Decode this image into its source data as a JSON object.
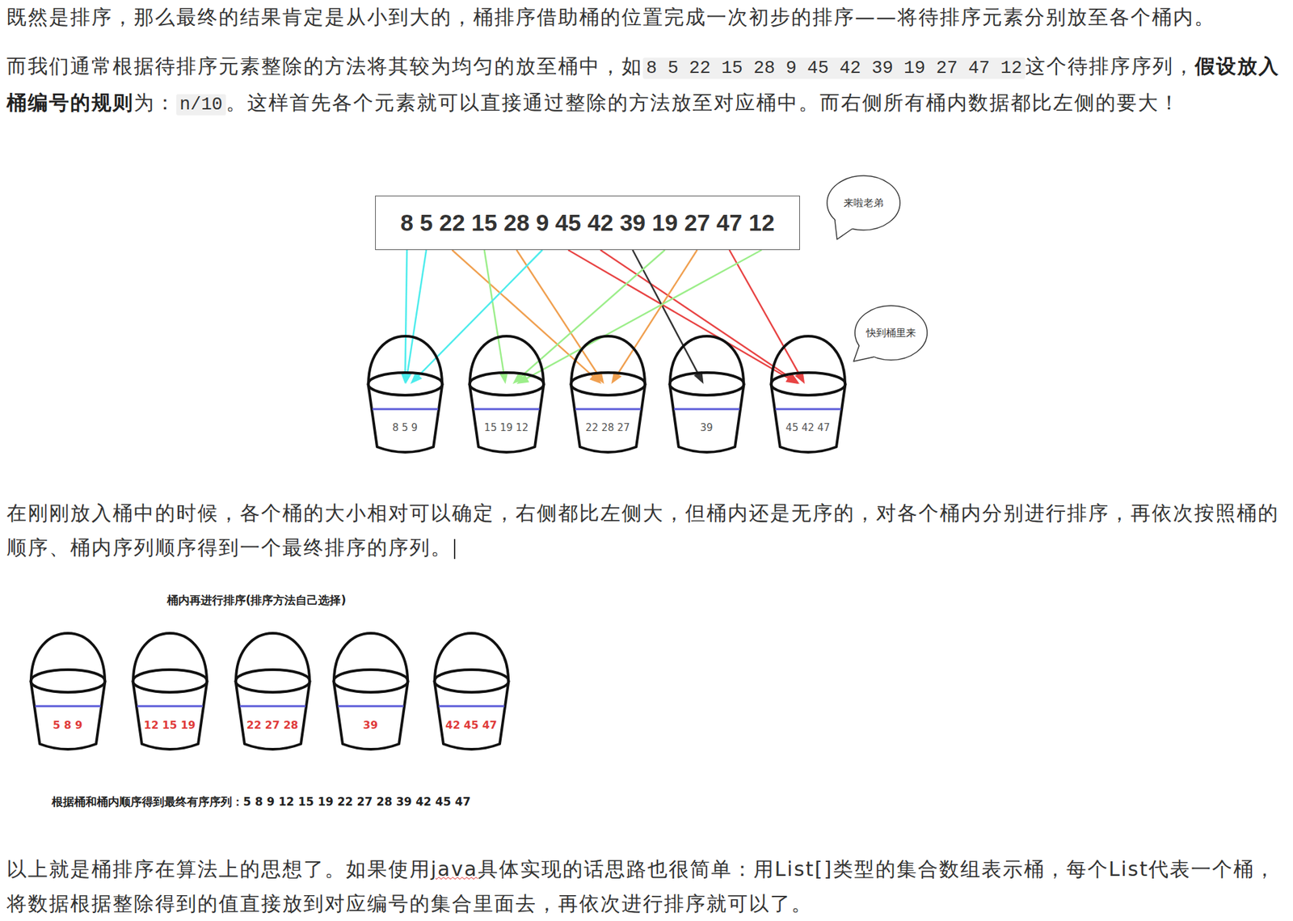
{
  "diagram": {
    "nodes": [
      {
        "text": [
          "8 5 22 15 28 9 45 42 39 19 27 47 12"
        ]
      },
      {
        "text": [
          "来啦老弟"
        ]
      },
      {
        "text": [
          "快到桶里来"
        ]
      },
      {
        "text": [
          "8 5 9"
        ]
      },
      {
        "text": [
          "15 19 12"
        ]
      },
      {
        "text": [
          "22 28 27"
        ]
      },
      {
        "text": [
          "39"
        ]
      },
      {
        "text": [
          "45 42 47"
        ]
      },
      {
        "text": [
          "5 8 9"
        ]
      },
      {
        "text": [
          "12 15 19"
        ]
      },
      {
        "text": [
          "22 27 28"
        ]
      },
      {
        "text": [
          "39"
        ]
      },
      {
        "text": [
          "42 45 47"
        ]
      }
    ],
    "edges": [
      {
        "from": 0,
        "to": 3,
        "arrow": "to"
      },
      {
        "from": 0,
        "to": 3,
        "arrow": "to"
      },
      {
        "from": 0,
        "to": 5,
        "arrow": "to"
      },
      {
        "from": 0,
        "to": 4,
        "arrow": "to"
      },
      {
        "from": 0,
        "to": 5,
        "arrow": "to"
      },
      {
        "from": 0,
        "to": 3,
        "arrow": "to"
      },
      {
        "from": 0,
        "to": 7,
        "arrow": "to"
      },
      {
        "from": 0,
        "to": 7,
        "arrow": "to"
      },
      {
        "from": 0,
        "to": 6,
        "arrow": "to"
      },
      {
        "from": 0,
        "to": 4,
        "arrow": "to"
      },
      {
        "from": 0,
        "to": 5,
        "arrow": "to"
      },
      {
        "from": 0,
        "to": 7,
        "arrow": "to"
      },
      {
        "from": 0,
        "to": 4,
        "arrow": "to"
      }
    ],
    "labels": [
      "既然是排序，那么最终的结果肯定是从小到大的，桶排序借助桶的位置完成一次初步的排序——将待排序元素分别放至各个桶内。",
      "而我们通常根据待排序元素整除的方法将其较为均匀的放至桶中，如",
      "8 5 22 15 28 9 45 42 39 19 27 47 12",
      "这个待排序序列，",
      "假设放入桶编号的规则",
      "为：",
      "n/10",
      "。这样首先各个元素就可以直接通过整除的方法放至对应桶中。而右侧所有桶内数据都比左侧的要大！",
      "在刚刚放入桶中的时候，各个桶的大小相对可以确定，右侧都比左侧大，但桶内还是无序的，对各个桶内分别进行排序，再依次按照桶的顺序、桶内序列顺序得到一个最终排序的序列。",
      "桶内再进行排序(排序方法自己选择)",
      "根据桶和桶内顺序得到最终有序序列：5 8 9 12 15 19 22 27 28 39 42 45 47",
      "以上就是桶排序在算法上的思想了。如果使用",
      "java",
      "具体实现的话思路也很简单：用List[]类型的集合数组表示桶，每个List代表一个桶，将数据根据整除得到的值直接放到对应编号的集合里面去，再依次进行排序就可以了。"
    ]
  }
}
